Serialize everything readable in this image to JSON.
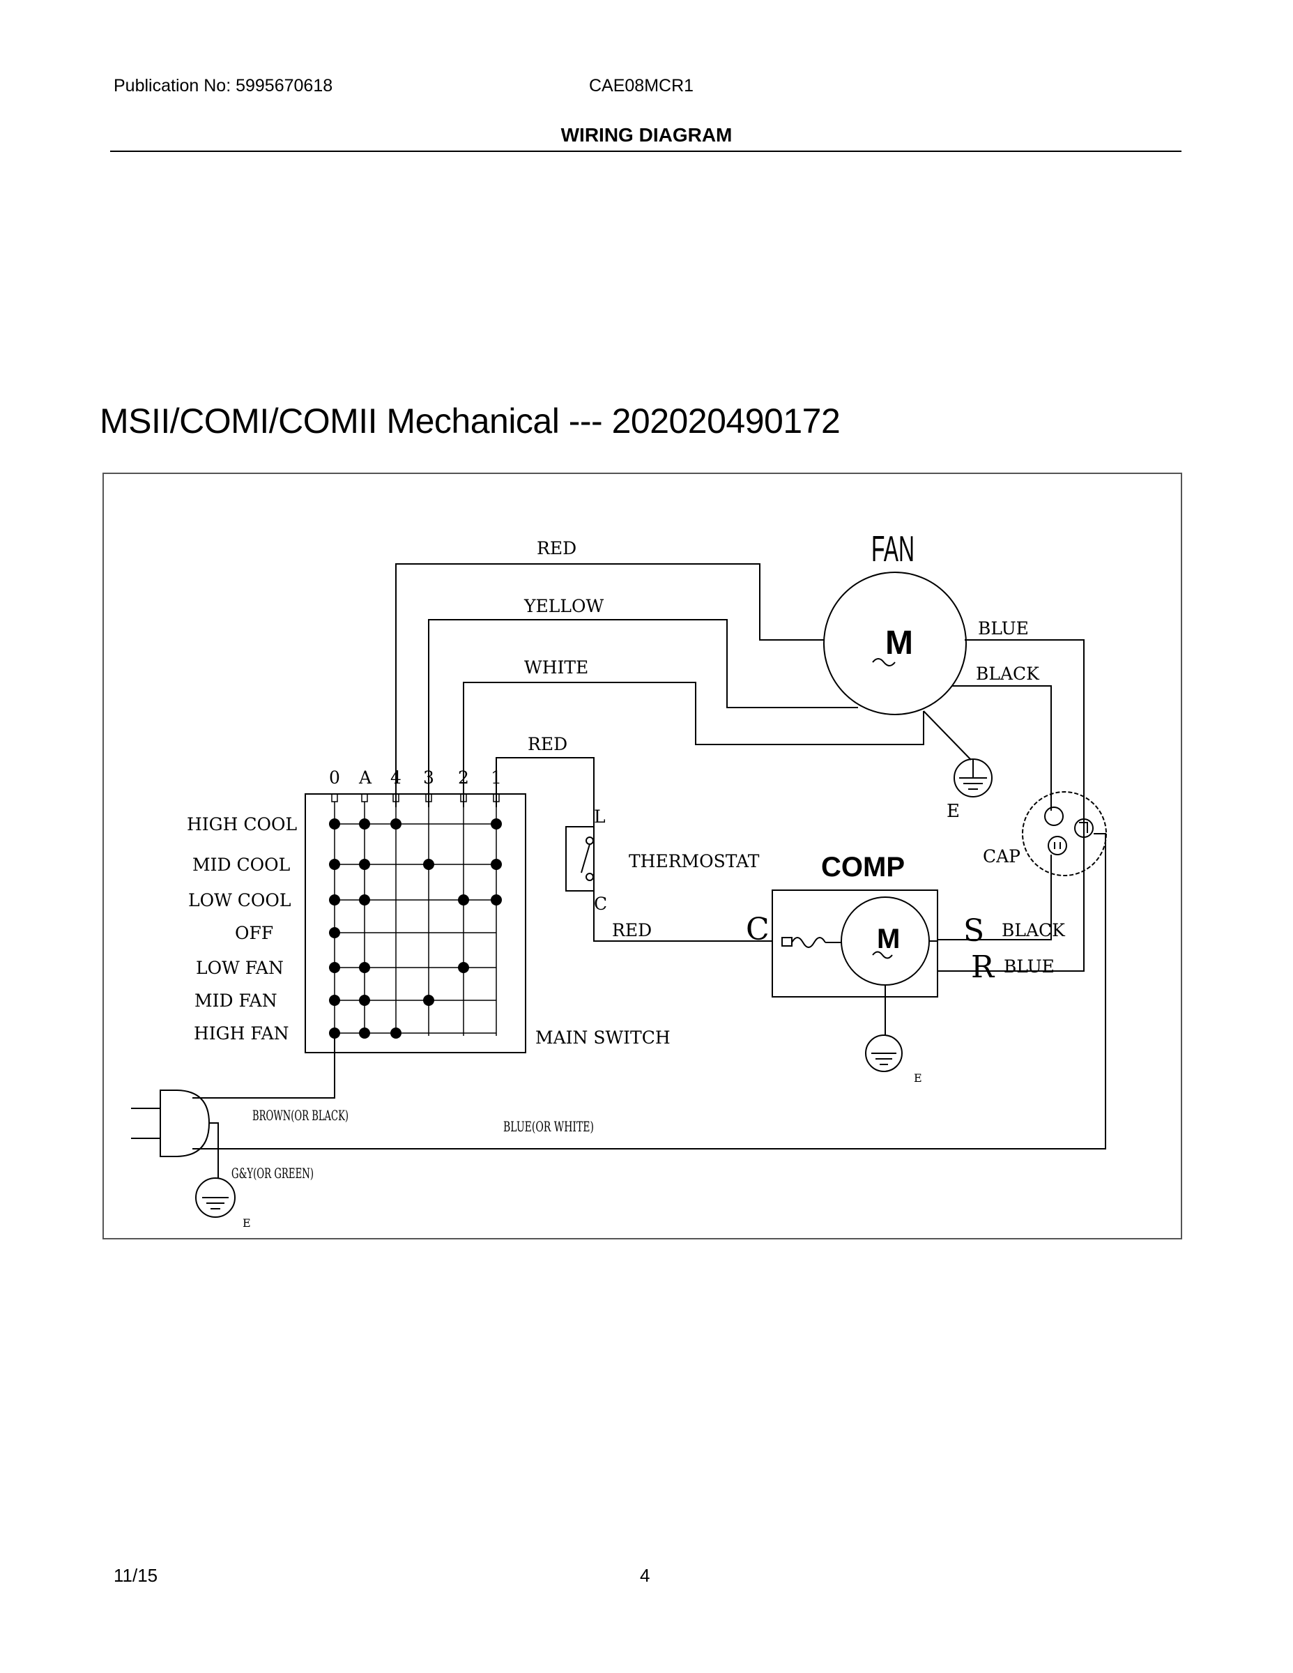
{
  "header": {
    "publication": "Publication No: 5995670618",
    "model": "CAE08MCR1",
    "title": "WIRING DIAGRAM"
  },
  "section_title": "MSII/COMI/COMII Mechanical --- 202020490172",
  "footer": {
    "date": "11/15",
    "page": "4"
  },
  "diagram": {
    "fan_title": "FAN",
    "motor_symbol": "M",
    "comp_title": "COMP",
    "ground_label": "E",
    "cap_label": "CAP",
    "thermostat_label": "THERMOSTAT",
    "thermostat_l": "L",
    "thermostat_c": "C",
    "main_switch_label": "MAIN SWITCH",
    "comp_terminals": {
      "c": "C",
      "s": "S",
      "r": "R"
    },
    "wire_labels": {
      "red_top": "RED",
      "yellow": "YELLOW",
      "white": "WHITE",
      "red_thermo": "RED",
      "red_comp": "RED",
      "blue_fan": "BLUE",
      "black_fan": "BLACK",
      "black_comp": "BLACK",
      "blue_comp": "BLUE",
      "brown": "BROWN(OR BLACK)",
      "blue_white": "BLUE(OR WHITE)",
      "gy": "G&Y(OR GREEN)"
    },
    "switch_terminals": [
      "0",
      "A",
      "4",
      "3",
      "2",
      "1"
    ],
    "switch_modes": [
      "HIGH COOL",
      "MID COOL",
      "LOW COOL",
      "OFF",
      "LOW FAN",
      "MID FAN",
      "HIGH FAN"
    ],
    "switch_matrix": [
      [
        1,
        1,
        1,
        0,
        0,
        1
      ],
      [
        1,
        1,
        0,
        1,
        0,
        1
      ],
      [
        1,
        1,
        0,
        0,
        1,
        1
      ],
      [
        1,
        0,
        0,
        0,
        0,
        0
      ],
      [
        1,
        1,
        0,
        0,
        1,
        0
      ],
      [
        1,
        1,
        0,
        1,
        0,
        0
      ],
      [
        1,
        1,
        1,
        0,
        0,
        0
      ]
    ]
  }
}
